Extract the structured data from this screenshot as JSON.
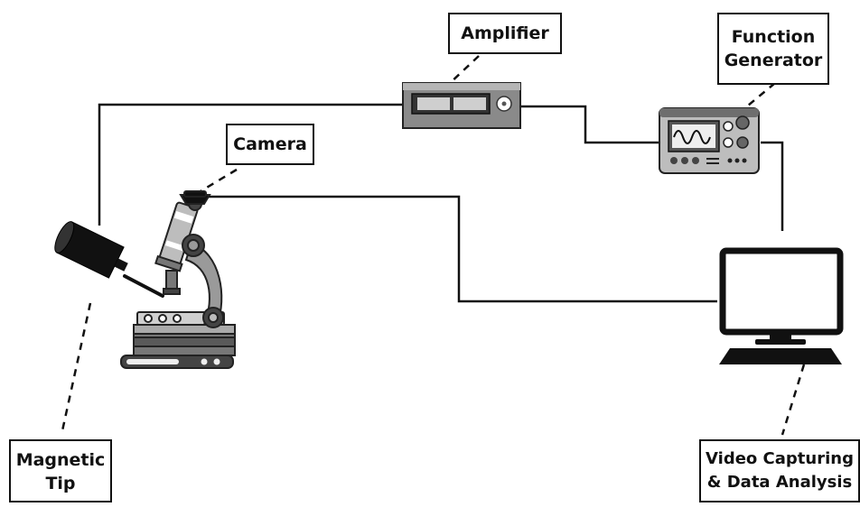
{
  "labels": {
    "amplifier": "Amplifier",
    "function_generator": [
      "Function",
      "Generator"
    ],
    "camera": "Camera",
    "magnetic_tip": [
      "Magnetic",
      "Tip"
    ],
    "video_capturing": [
      "Video Capturing",
      "& Data Analysis"
    ]
  },
  "icons": {
    "amplifier": "amplifier-icon",
    "function_generator": "function-generator-icon",
    "microscope": "microscope-camera-icon",
    "magnet": "magnetic-tip-icon",
    "computer": "computer-monitor-icon"
  },
  "colors": {
    "ink": "#111111",
    "dark_gray": "#555555",
    "mid_gray": "#8a8a8a",
    "light_gray": "#cfcfcf",
    "background": "#ffffff"
  }
}
